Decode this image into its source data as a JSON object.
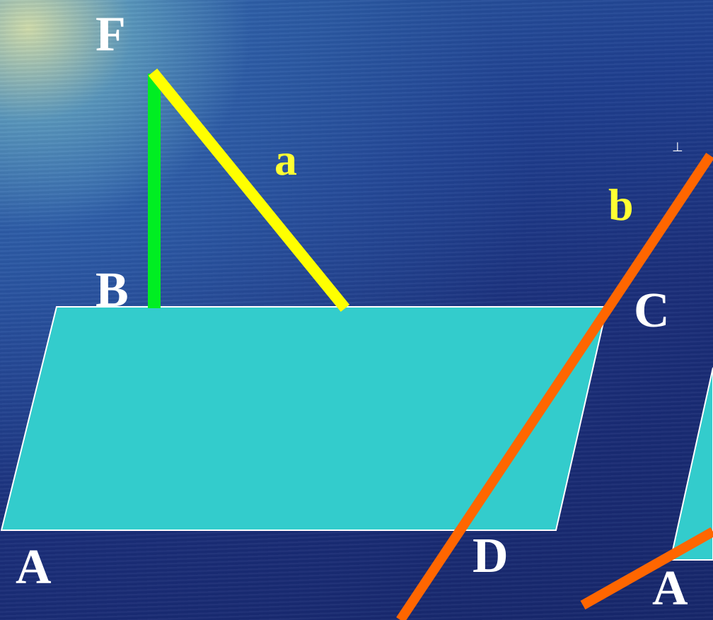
{
  "points": {
    "F": "F",
    "B": "B",
    "C": "C",
    "A": "A",
    "D": "D",
    "A2": "A"
  },
  "lines": {
    "a": "a",
    "b": "b"
  },
  "symbols": {
    "perpendicular": "⊥"
  },
  "colors": {
    "plane_fill": "#33cccc",
    "plane_border": "#ffffff",
    "perpendicular_segment": "#00ee22",
    "line_a": "#ffff00",
    "line_b": "#ff6600",
    "point_labels": "#ffffff",
    "line_labels": "#ffff33"
  }
}
